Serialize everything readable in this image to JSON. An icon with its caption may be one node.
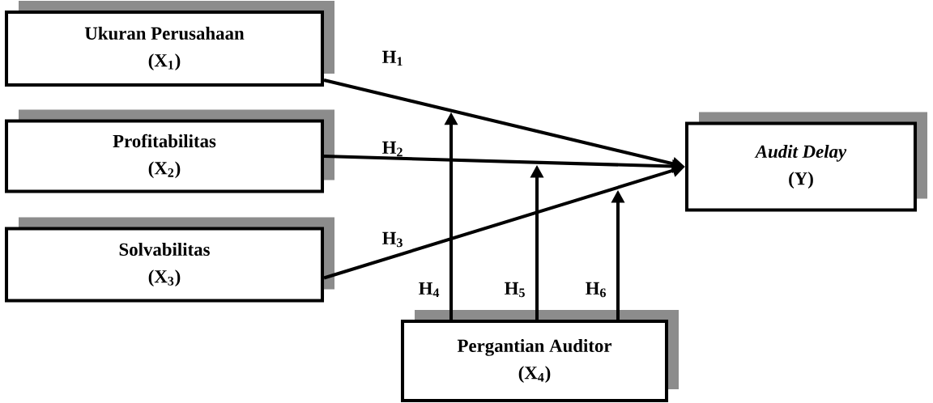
{
  "diagram": {
    "nodes": [
      {
        "text": [
          "Ukuran Perusahaan",
          "(X$_{1}$)"
        ]
      },
      {
        "text": [
          "Profitabilitas",
          "(X$_{2}$)"
        ]
      },
      {
        "text": [
          "Solvabilitas",
          "(X$_{3}$)"
        ]
      },
      {
        "text": [
          "*Audit Delay*",
          "(Y)"
        ]
      },
      {
        "text": [
          "Pergantian Auditor",
          "(X$_{4}$)"
        ]
      }
    ],
    "edges": [
      {
        "from": 0,
        "to": 3,
        "arrow": "to",
        "label": "H$_{1}$"
      },
      {
        "from": 1,
        "to": 3,
        "arrow": "to",
        "label": "H$_{2}$"
      },
      {
        "from": 2,
        "to": 3,
        "arrow": "to",
        "label": "H$_{3}$"
      },
      {
        "from": 4,
        "to": null,
        "arrow": "to",
        "label": "H$_{4}$"
      },
      {
        "from": 4,
        "to": null,
        "arrow": "to",
        "label": "H$_{5}$"
      },
      {
        "from": 4,
        "to": null,
        "arrow": "to",
        "label": "H$_{6}$"
      }
    ]
  }
}
